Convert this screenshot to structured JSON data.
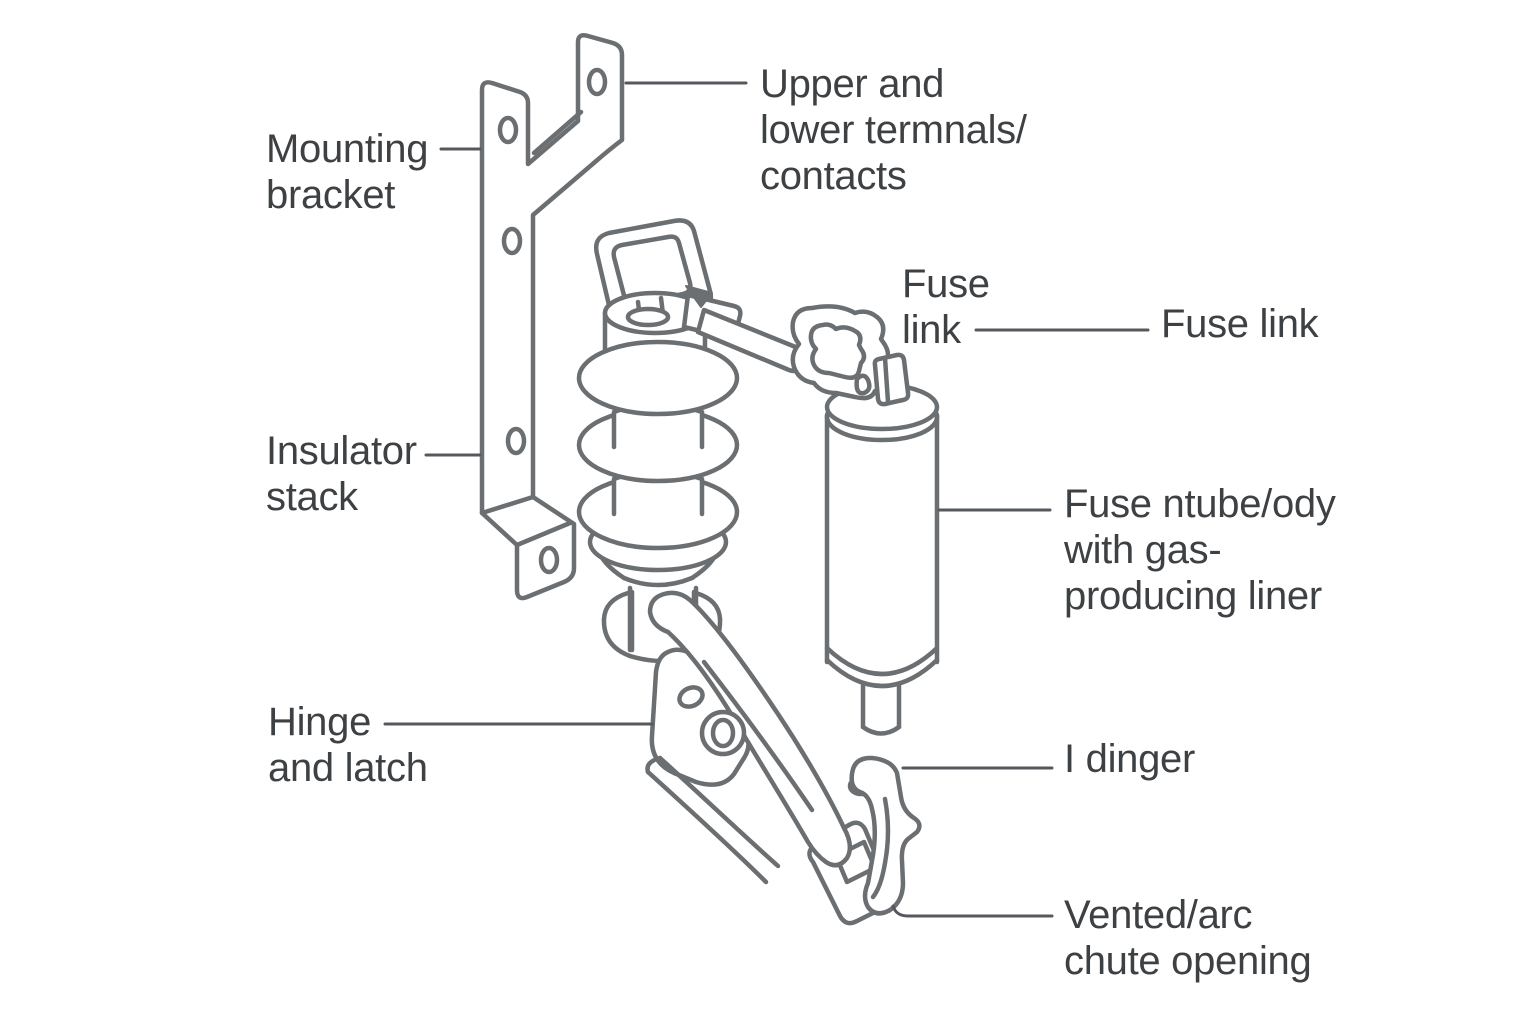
{
  "figure": {
    "type": "labeled-line-diagram",
    "subject": "fuse-cutout-exploded-parts",
    "colors": {
      "line": "#6b6f72",
      "leader": "#55585c",
      "text": "#3e4144",
      "background": "#ffffff"
    },
    "labels": [
      {
        "id": "mounting-bracket",
        "text": "Mounting\nbracket"
      },
      {
        "id": "upper-lower-terminals",
        "text": "Upper and\nlower termnals/\ncontacts"
      },
      {
        "id": "fuse-link-callout",
        "text": "Fuse\nlink"
      },
      {
        "id": "fuse-link",
        "text": "Fuse link"
      },
      {
        "id": "insulator-stack",
        "text": "Insulator\nstack"
      },
      {
        "id": "fuse-tube-body",
        "text": "Fuse ntube/ody\nwith gas-\nproducing liner"
      },
      {
        "id": "hinge-and-latch",
        "text": "Hinge\nand latch"
      },
      {
        "id": "flipper",
        "text": "I dinger"
      },
      {
        "id": "vented-arc-chute",
        "text": "Vented/arc\nchute opening"
      }
    ]
  }
}
